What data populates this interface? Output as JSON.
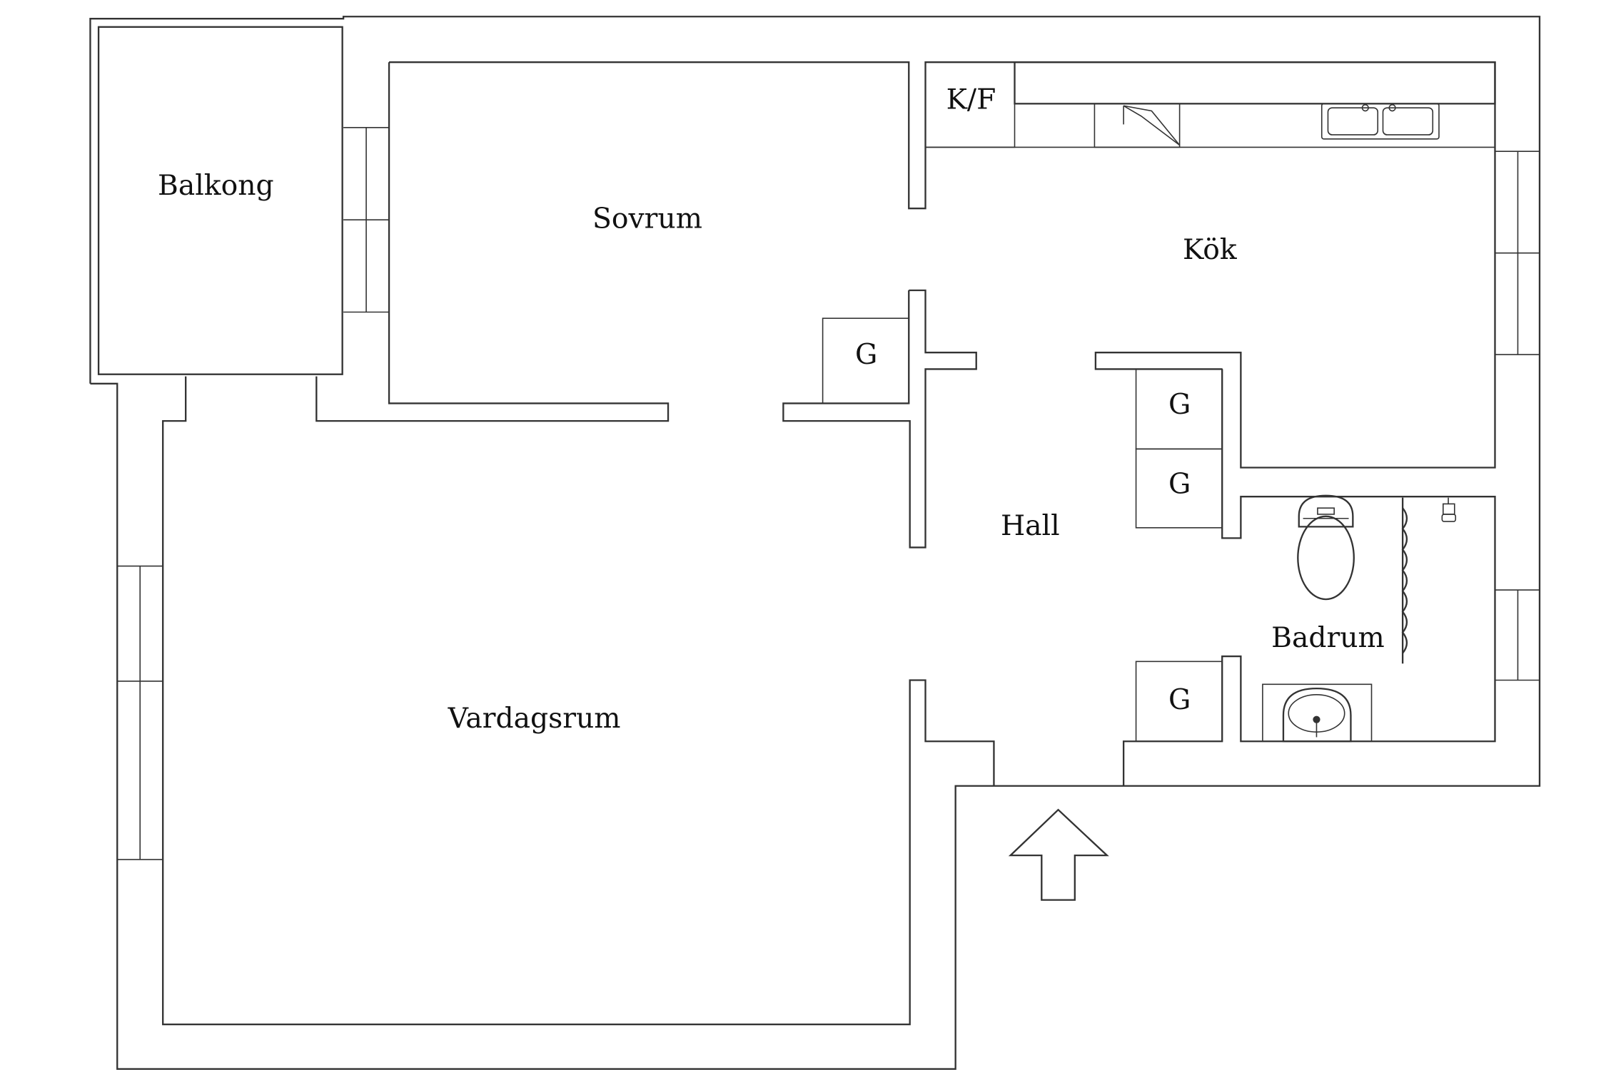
{
  "rooms": {
    "balkong": "Balkong",
    "sovrum": "Sovrum",
    "kok": "Kök",
    "kf": "K/F",
    "hall": "Hall",
    "badrum": "Badrum",
    "vardagsrum": "Vardagsrum"
  },
  "closets": {
    "g1": "G",
    "g2": "G",
    "g3": "G",
    "g4": "G"
  },
  "icons": {
    "entrance": "entrance-arrow-icon",
    "sink": "kitchen-sink-icon",
    "stove": "stove-icon",
    "toilet": "toilet-icon",
    "washbasin": "washbasin-icon",
    "towel_rail": "towel-rail-icon",
    "shower": "shower-head-icon"
  }
}
